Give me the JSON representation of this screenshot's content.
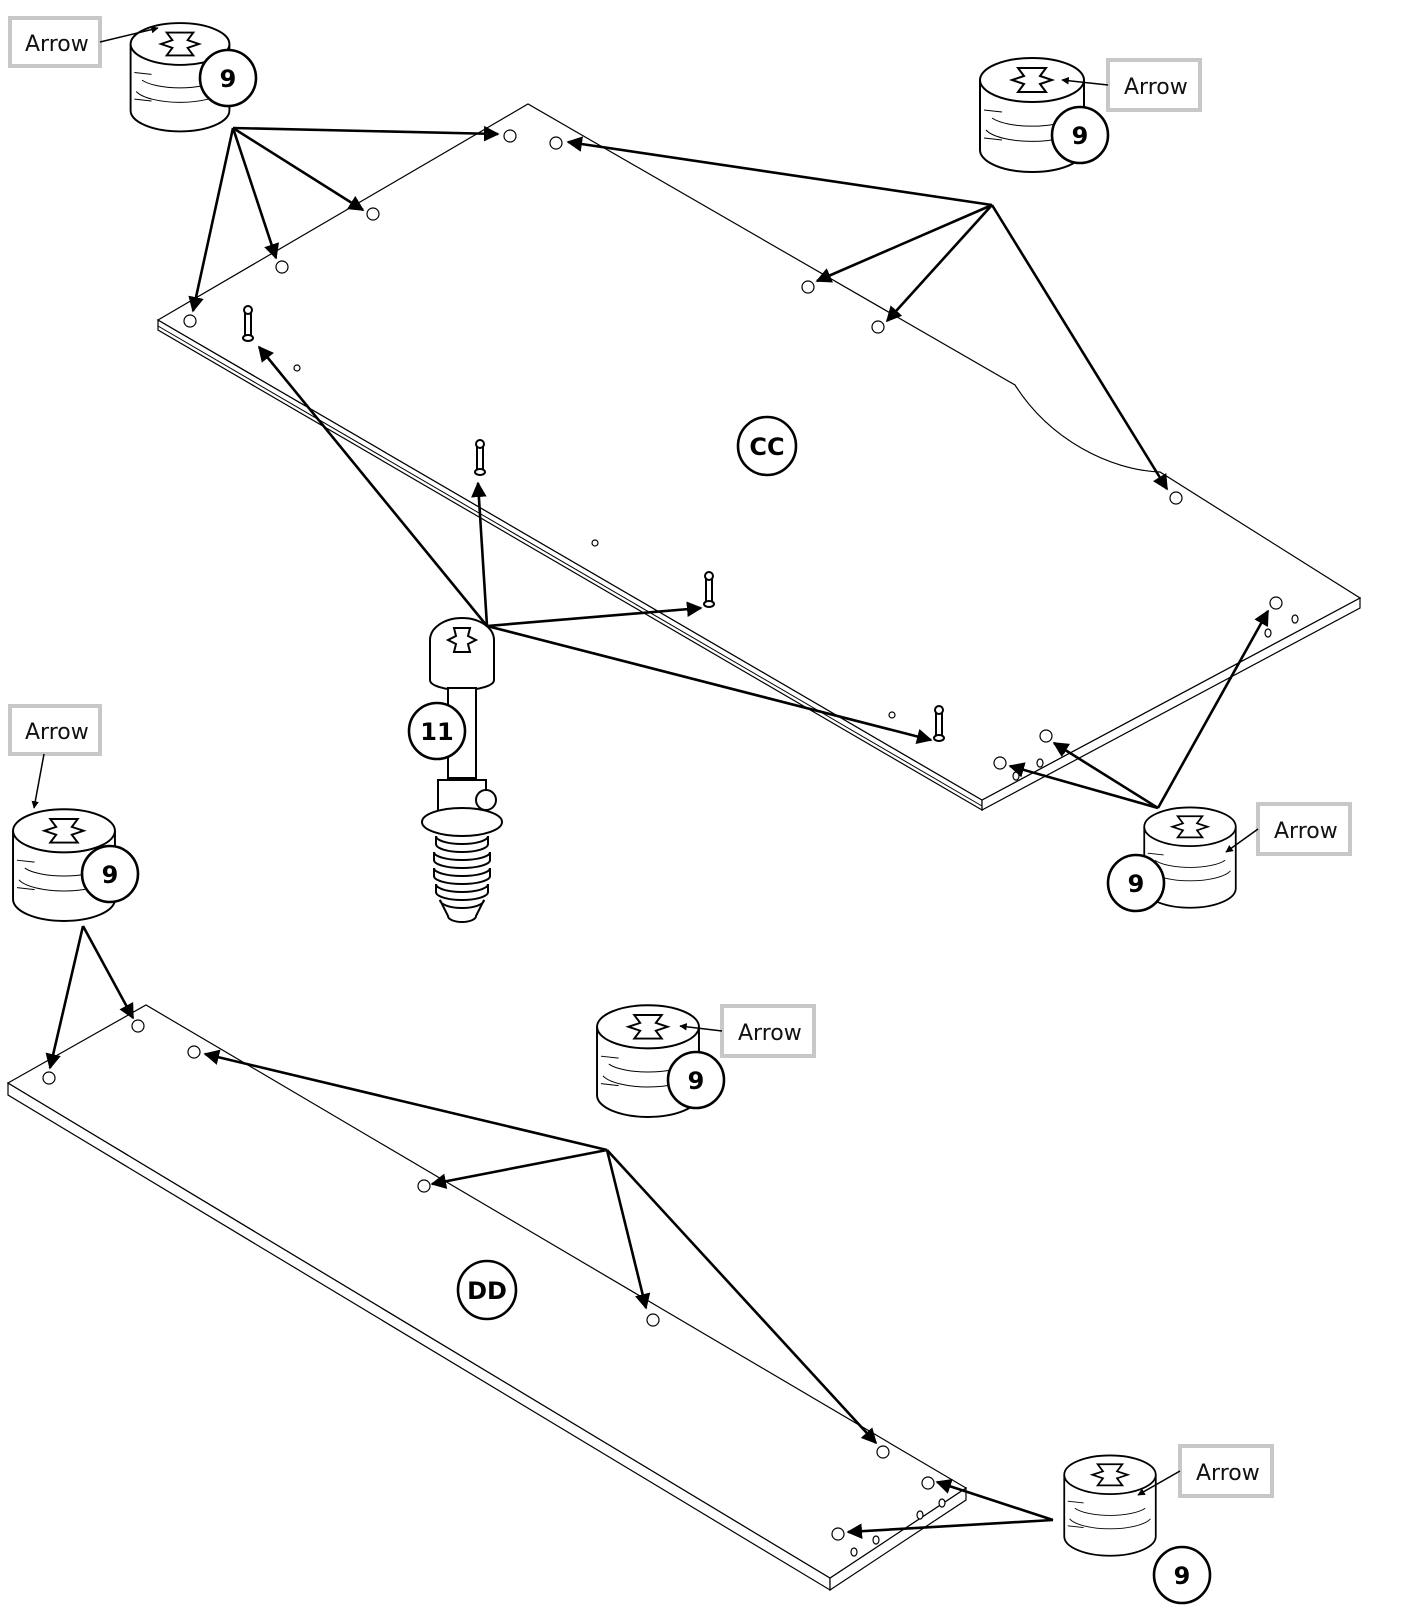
{
  "panels": [
    {
      "id": "cc",
      "label": "CC"
    },
    {
      "id": "dd",
      "label": "DD"
    }
  ],
  "callouts": [
    {
      "id": "arrow-top-left",
      "text": "Arrow"
    },
    {
      "id": "arrow-top-right",
      "text": "Arrow"
    },
    {
      "id": "arrow-mid-left",
      "text": "Arrow"
    },
    {
      "id": "arrow-mid-right",
      "text": "Arrow"
    },
    {
      "id": "arrow-bottom-center",
      "text": "Arrow"
    },
    {
      "id": "arrow-bottom-right",
      "text": "Arrow"
    }
  ],
  "parts": {
    "cam_lock": {
      "number": "9",
      "icon": "cam-lock-icon"
    },
    "cam_bolt": {
      "number": "11",
      "icon": "cam-bolt-icon"
    }
  }
}
